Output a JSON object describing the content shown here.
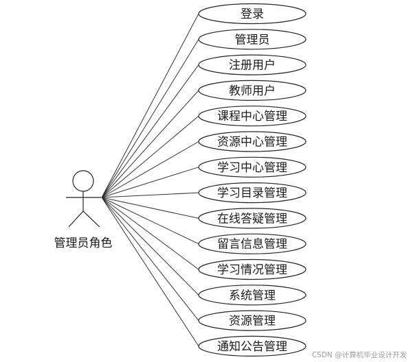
{
  "actor": {
    "label": "管理员角色"
  },
  "use_cases": [
    {
      "label": "登录"
    },
    {
      "label": "管理员"
    },
    {
      "label": "注册用户"
    },
    {
      "label": "教师用户"
    },
    {
      "label": "课程中心管理"
    },
    {
      "label": "资源中心管理"
    },
    {
      "label": "学习中心管理"
    },
    {
      "label": "学习目录管理"
    },
    {
      "label": "在线答疑管理"
    },
    {
      "label": "留言信息管理"
    },
    {
      "label": "学习情况管理"
    },
    {
      "label": "系统管理"
    },
    {
      "label": "资源管理"
    },
    {
      "label": "通知公告管理"
    }
  ],
  "watermark": {
    "text": "CSDN @计算机毕业设计开发"
  }
}
